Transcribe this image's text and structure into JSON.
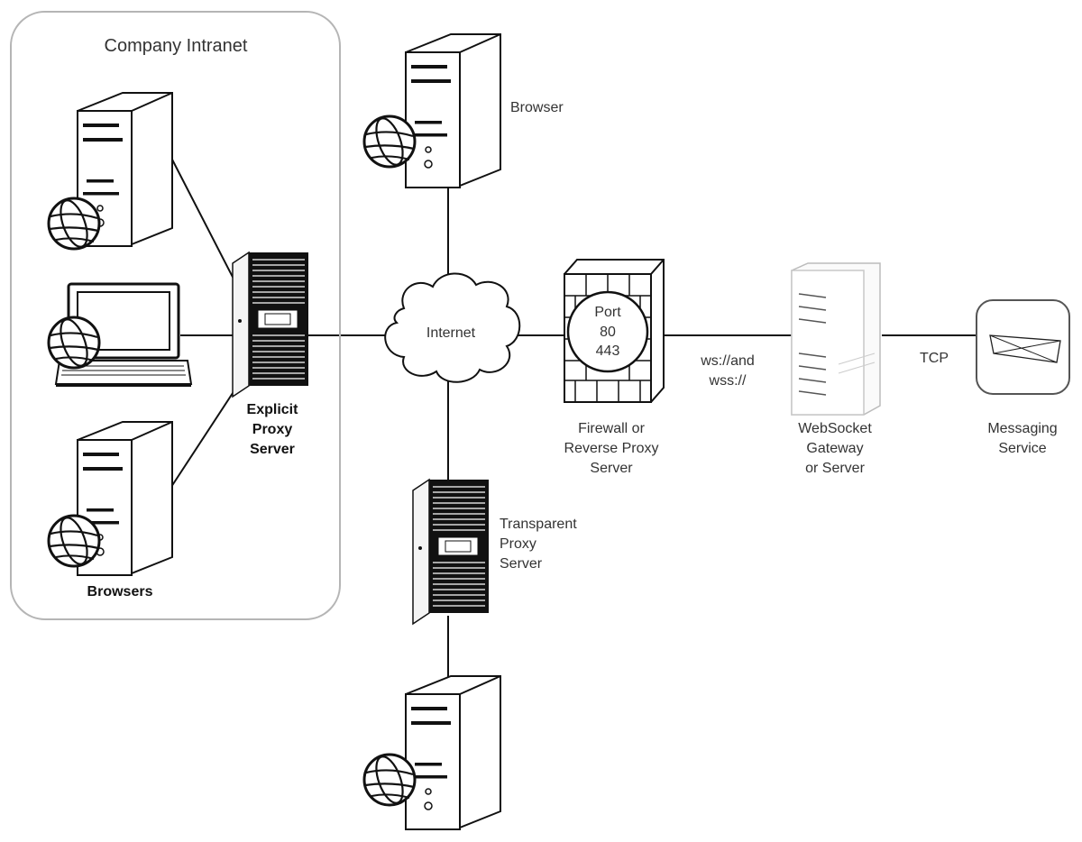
{
  "intranet": {
    "title": "Company Intranet",
    "proxy_label": "Explicit\nProxy\nServer",
    "browsers_label": "Browsers"
  },
  "internet": {
    "label": "Internet"
  },
  "browser_top": {
    "label": "Browser"
  },
  "transparent_proxy": {
    "label": "Transparent\nProxy\nServer"
  },
  "firewall": {
    "port_label": "Port",
    "port_80": "80",
    "port_443": "443",
    "label": "Firewall or\nReverse Proxy\nServer"
  },
  "ws_link": {
    "label": "ws://and\nwss://"
  },
  "gateway": {
    "label": "WebSocket\nGateway\nor Server"
  },
  "tcp_link": {
    "label": "TCP"
  },
  "messaging": {
    "label": "Messaging\nService"
  }
}
